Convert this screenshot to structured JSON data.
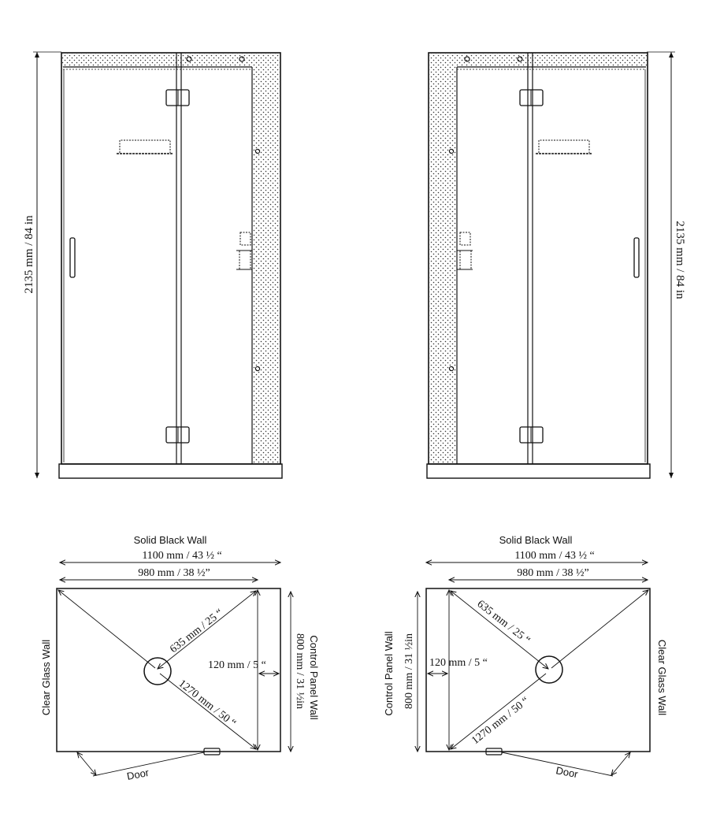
{
  "elevations": {
    "height_label": "2135 mm /  84 in"
  },
  "plans": {
    "top_wall": "Solid Black Wall",
    "width_outer": "1100 mm / 43 ½ “",
    "width_inner": "980 mm / 38 ½”",
    "diag_short": "635 mm / 25 “",
    "diag_long": "1270 mm / 50 “",
    "side_depth": "120 mm / 5 “",
    "depth_left": "800 mm / 31 ½in",
    "depth_right": "800 mm / 31 ½in",
    "clear_wall": "Clear Glass Wall",
    "control_wall": "Control Panel Wall",
    "door": "Door"
  },
  "colors": {
    "line": "#111111",
    "dot_fill": "#333333"
  }
}
